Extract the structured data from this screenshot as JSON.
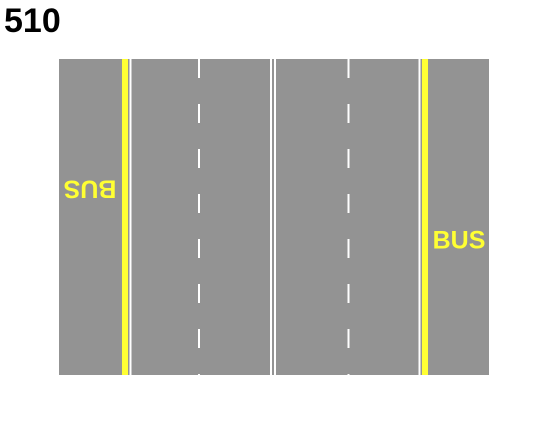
{
  "figure": {
    "number": "510"
  },
  "road": {
    "left_lane_marking": "BUS",
    "right_lane_marking": "BUS"
  },
  "colors": {
    "pavement": "#939393",
    "bus_lane_line": "#ffff33",
    "lane_line": "#ffffff",
    "marking_text": "#ffff33"
  }
}
